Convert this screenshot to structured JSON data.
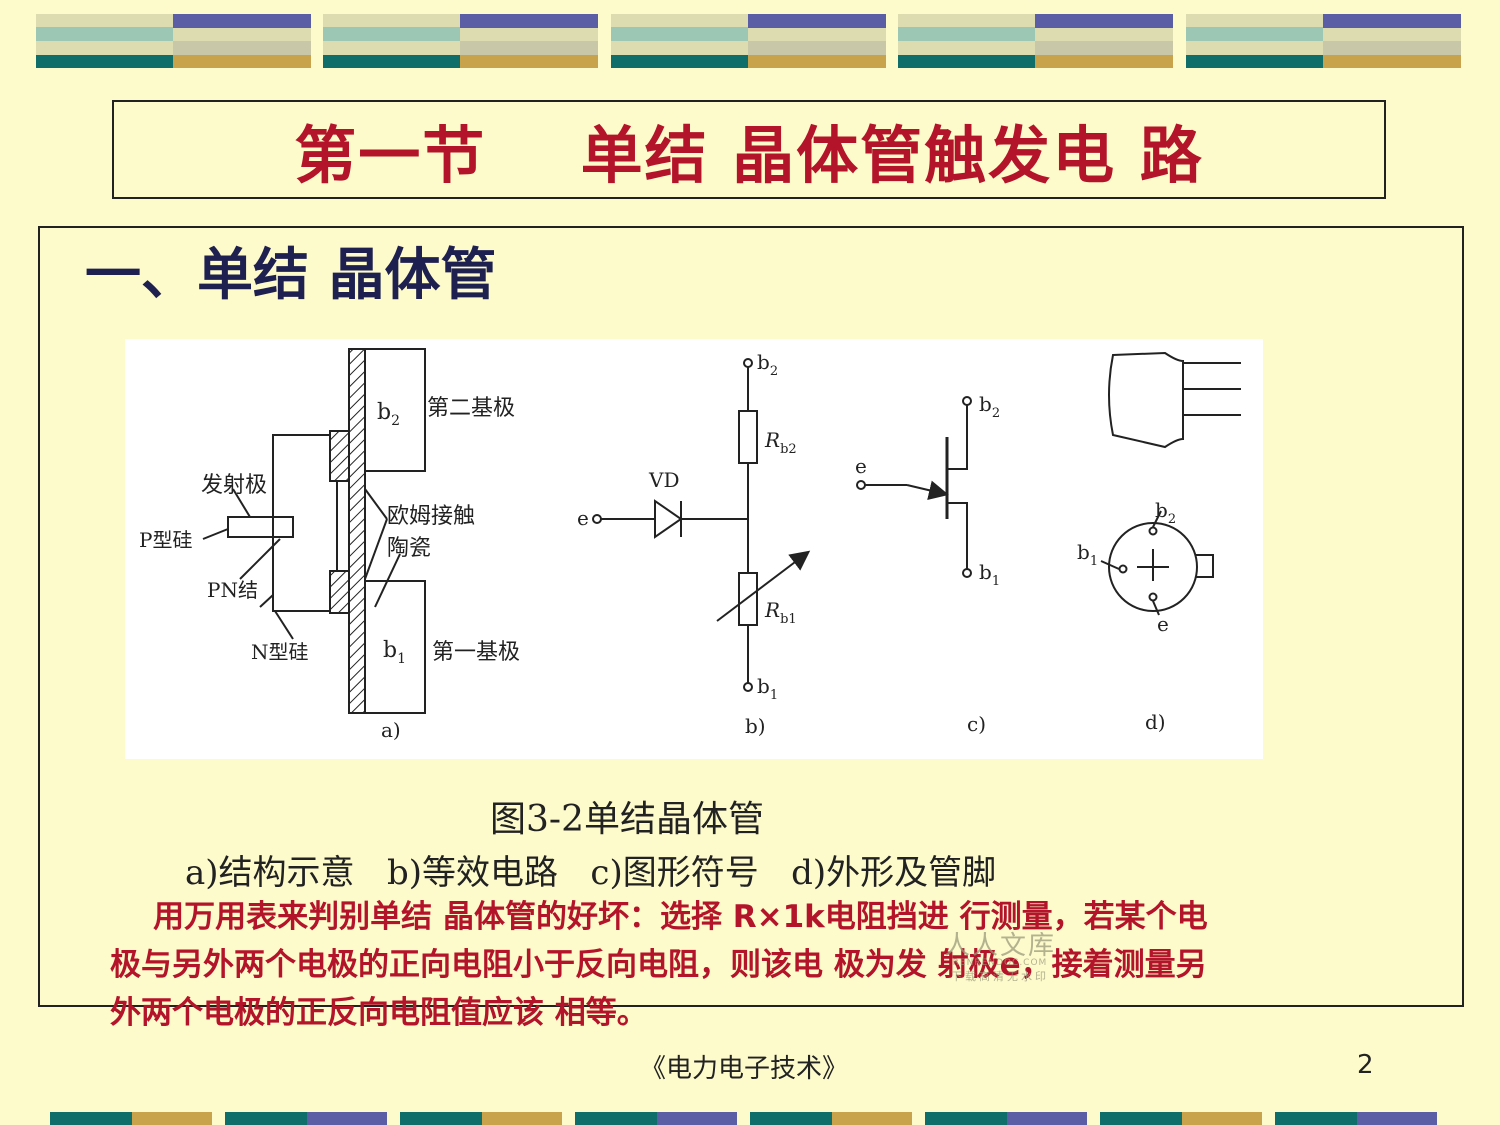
{
  "colors": {
    "background": "#fdfbcc",
    "title": "#b3142a",
    "heading": "#1e2050",
    "note": "#b3142a",
    "deco_teal": "#0f6d6a",
    "deco_purple": "#5b5ea5",
    "deco_gold": "#c9a24c",
    "deco_sage": "#9cc7b4",
    "deco_light": "#dcdcb0"
  },
  "slide": {
    "title": "第一节    单结 晶体管触发电 路",
    "section_heading": "一、单结 晶体管"
  },
  "figure": {
    "panel_a": {
      "b2": "b",
      "b2_sub": "2",
      "b1": "b",
      "b1_sub": "1",
      "second_base": "第二基极",
      "first_base": "第一基极",
      "emitter": "发射极",
      "p_silicon": "P型硅",
      "pn_junction": "PN结",
      "n_silicon": "N型硅",
      "ohmic_contact": "欧姆接触",
      "ceramic": "陶瓷",
      "caption": "a)"
    },
    "panel_b": {
      "b2": "b",
      "b2_sub": "2",
      "b1": "b",
      "b1_sub": "1",
      "vd": "VD",
      "e": "e",
      "rb2": "R",
      "rb2_sub": "b2",
      "rb1": "R",
      "rb1_sub": "b1",
      "caption": "b)"
    },
    "panel_c": {
      "b2": "b",
      "b2_sub": "2",
      "b1": "b",
      "b1_sub": "1",
      "e": "e",
      "caption": "c)"
    },
    "panel_d": {
      "b2": "b",
      "b2_sub": "2",
      "b1": "b",
      "b1_sub": "1",
      "e": "e",
      "caption": "d)"
    }
  },
  "caption": {
    "title": "图3-2单结晶体管",
    "subcaptions": "a)结构示意   b)等效电路   c)图形符号   d)外形及管脚"
  },
  "note": {
    "lines": [
      "    用万用表来判别单结 晶体管的好坏：选择 R×1k电阻挡进 行测量，若某个电",
      "极与另外两个电极的正向电阻小于反向电阻，则该电 极为发 射极e，接着测量另",
      "外两个电极的正反向电阻值应该 相等。"
    ]
  },
  "watermark": {
    "main": "人人文库",
    "url": "RENRENDOC.COM",
    "sub": "下载高清无水印"
  },
  "footer": {
    "title": "《电力电子技术》",
    "page_number": "2"
  }
}
